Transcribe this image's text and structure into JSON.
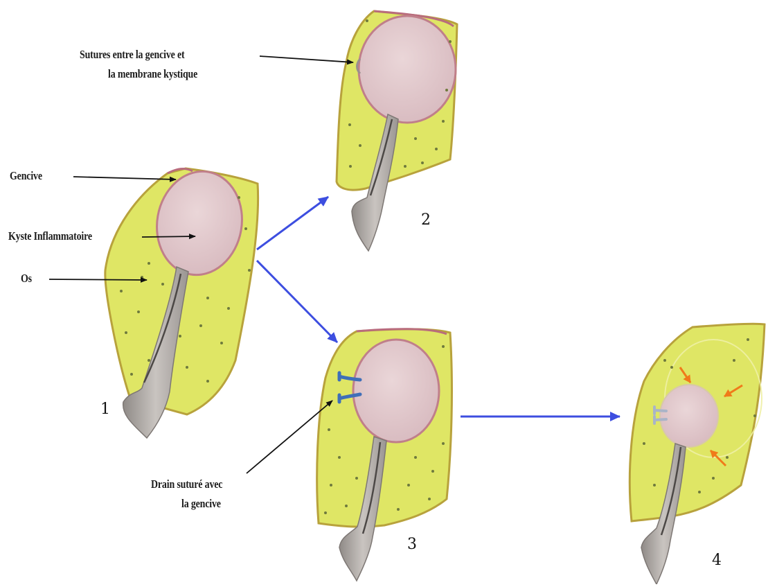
{
  "labels": {
    "gencive": "Gencive",
    "kyste": "Kyste Inflammatoire",
    "os": "Os",
    "sutures_line1": "Sutures entre la gencive et",
    "sutures_line2": "la membrane kystique",
    "drain_line1": "Drain suturé avec",
    "drain_line2": "la gencive"
  },
  "steps": [
    "1",
    "2",
    "3",
    "4"
  ],
  "colors": {
    "bone": "#dfe665",
    "bone_edge": "#b8a23c",
    "gum": "#c98a8a",
    "cyst": "#e2c8cc",
    "root": "#a9a39f",
    "flow_arrow": "#3d4ee0",
    "pressure_arrow": "#f07a1a",
    "drain": "#3f6fb8"
  }
}
